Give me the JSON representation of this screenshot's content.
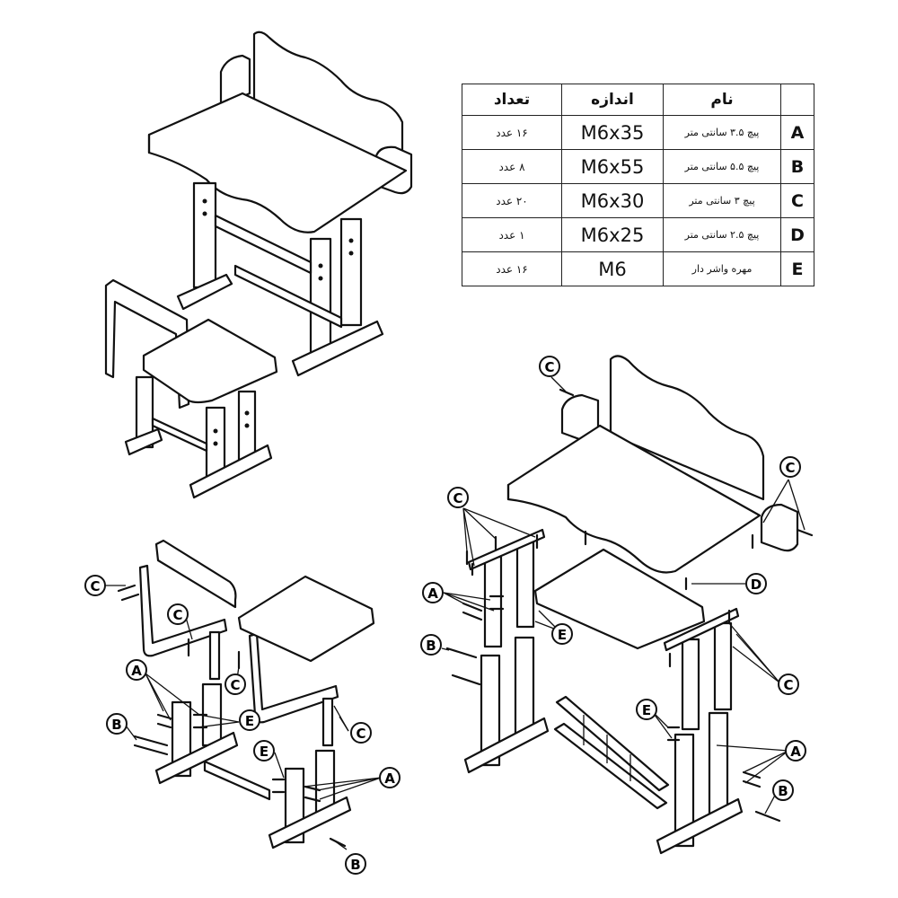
{
  "parts_table": {
    "headers": {
      "count": "تعداد",
      "size": "اندازه",
      "name": "نام"
    },
    "rows": [
      {
        "letter": "A",
        "name": "پیچ ۳.۵ سانتی متر",
        "size": "M6x35",
        "count": "۱۶  عدد"
      },
      {
        "letter": "B",
        "name": "پیچ ۵.۵ سانتی متر",
        "size": "M6x55",
        "count": "۸  عدد"
      },
      {
        "letter": "C",
        "name": "پیچ ۳ سانتی متر",
        "size": "M6x30",
        "count": "۲۰  عدد"
      },
      {
        "letter": "D",
        "name": "پیچ ۲.۵ سانتی متر",
        "size": "M6x25",
        "count": "۱  عدد"
      },
      {
        "letter": "E",
        "name": "مهره واشر دار",
        "size": "M6",
        "count": "۱۶  عدد"
      }
    ]
  },
  "callouts": {
    "a": "A",
    "b": "B",
    "c": "C",
    "d": "D",
    "e": "E"
  },
  "colors": {
    "line": "#111111",
    "background": "#ffffff"
  }
}
